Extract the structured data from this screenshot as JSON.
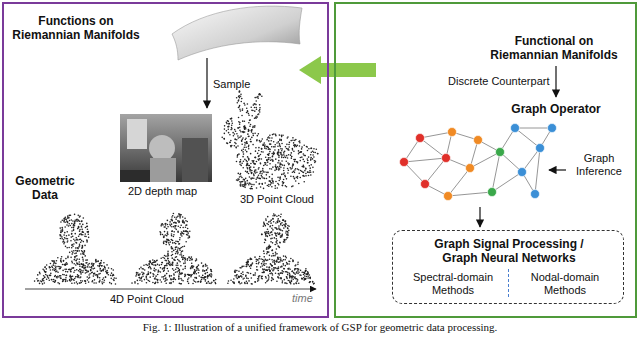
{
  "diagram": {
    "caption": "Fig. 1: Illustration of a unified framework of GSP for geometric data processing.",
    "nodes": [
      {
        "text": [
          "Functions on Riemannian Manifolds",
          "Geometric Data"
        ]
      },
      {
        "text": [
          "Functional on Riemannian Manifolds",
          "Graph Operator"
        ]
      },
      {
        "text": [
          "Graph Signal Processing / Graph Neural Networks",
          "Spectral-domain Methods",
          "Nodal-domain Methods"
        ],
        "in": 1
      }
    ],
    "edges": [
      {
        "from": 1,
        "to": 0,
        "arrow": "to"
      }
    ],
    "labels": [
      "Sample",
      "2D depth map",
      "3D Point Cloud",
      "4D Point Cloud",
      "time",
      "Discrete Counterpart",
      "Graph Inference"
    ]
  }
}
